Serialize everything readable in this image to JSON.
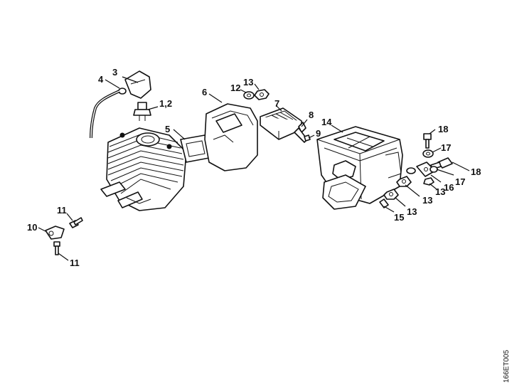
{
  "callouts": [
    {
      "id": "c3",
      "text": "3"
    },
    {
      "id": "c4",
      "text": "4"
    },
    {
      "id": "c12",
      "text": "1,2"
    },
    {
      "id": "c5",
      "text": "5"
    },
    {
      "id": "c6",
      "text": "6"
    },
    {
      "id": "c13a",
      "text": "13"
    },
    {
      "id": "c12b",
      "text": "12"
    },
    {
      "id": "c7",
      "text": "7"
    },
    {
      "id": "c8",
      "text": "8"
    },
    {
      "id": "c9",
      "text": "9"
    },
    {
      "id": "c14",
      "text": "14"
    },
    {
      "id": "c18a",
      "text": "18"
    },
    {
      "id": "c17a",
      "text": "17"
    },
    {
      "id": "c18b",
      "text": "18"
    },
    {
      "id": "c17b",
      "text": "17"
    },
    {
      "id": "c16",
      "text": "16"
    },
    {
      "id": "c13b",
      "text": "13"
    },
    {
      "id": "c13c",
      "text": "13"
    },
    {
      "id": "c13d",
      "text": "13"
    },
    {
      "id": "c15",
      "text": "15"
    },
    {
      "id": "c11a",
      "text": "11"
    },
    {
      "id": "c10",
      "text": "10"
    },
    {
      "id": "c11b",
      "text": "11"
    }
  ],
  "drawing_code": "166ET005"
}
